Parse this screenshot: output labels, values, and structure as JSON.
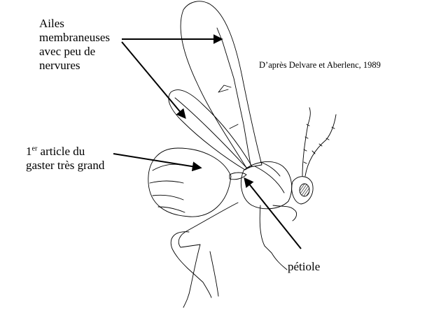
{
  "labels": {
    "wings": [
      "Ailes",
      "membraneuses",
      "avec peu de",
      "nervures"
    ],
    "gaster_prefix": "1",
    "gaster_sup": "er",
    "gaster_line1_rest": " article du",
    "gaster_line2": "gaster très grand",
    "petiole": "pétiole"
  },
  "source": "D’après Delvare et Aberlenc, 1989",
  "colors": {
    "ink": "#000000",
    "background": "#ffffff"
  }
}
